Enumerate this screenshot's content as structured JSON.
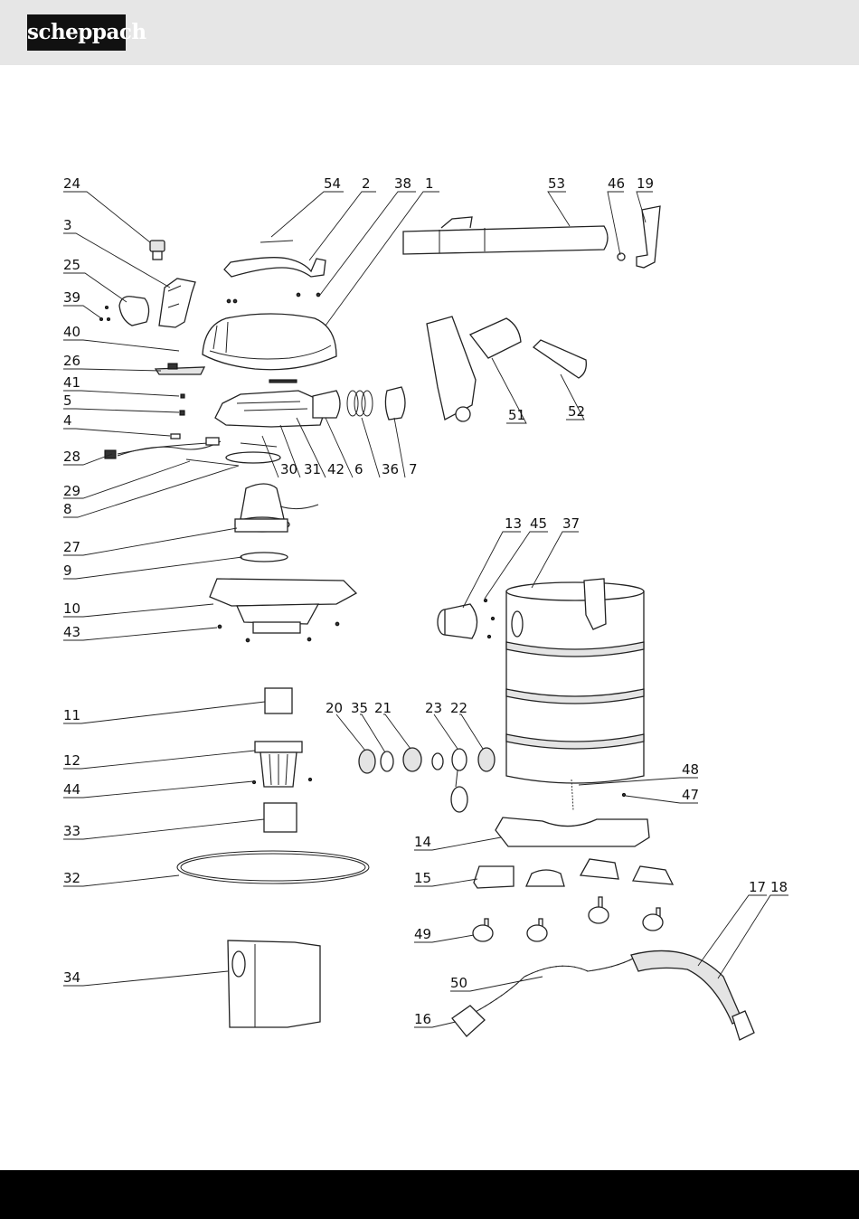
{
  "header": {
    "brand": "scheppach",
    "background": "#e6e6e6",
    "logo_bg": "#111111"
  },
  "footer": {
    "background": "#000000"
  },
  "diagram": {
    "part_numbers": [
      "1",
      "2",
      "3",
      "4",
      "5",
      "6",
      "7",
      "8",
      "9",
      "10",
      "11",
      "12",
      "13",
      "14",
      "15",
      "16",
      "17",
      "18",
      "19",
      "20",
      "21",
      "22",
      "23",
      "24",
      "25",
      "26",
      "27",
      "28",
      "29",
      "30",
      "31",
      "32",
      "33",
      "34",
      "35",
      "36",
      "37",
      "38",
      "39",
      "40",
      "41",
      "42",
      "43",
      "44",
      "45",
      "46",
      "47",
      "48",
      "49",
      "50",
      "51",
      "52",
      "53",
      "54"
    ]
  }
}
